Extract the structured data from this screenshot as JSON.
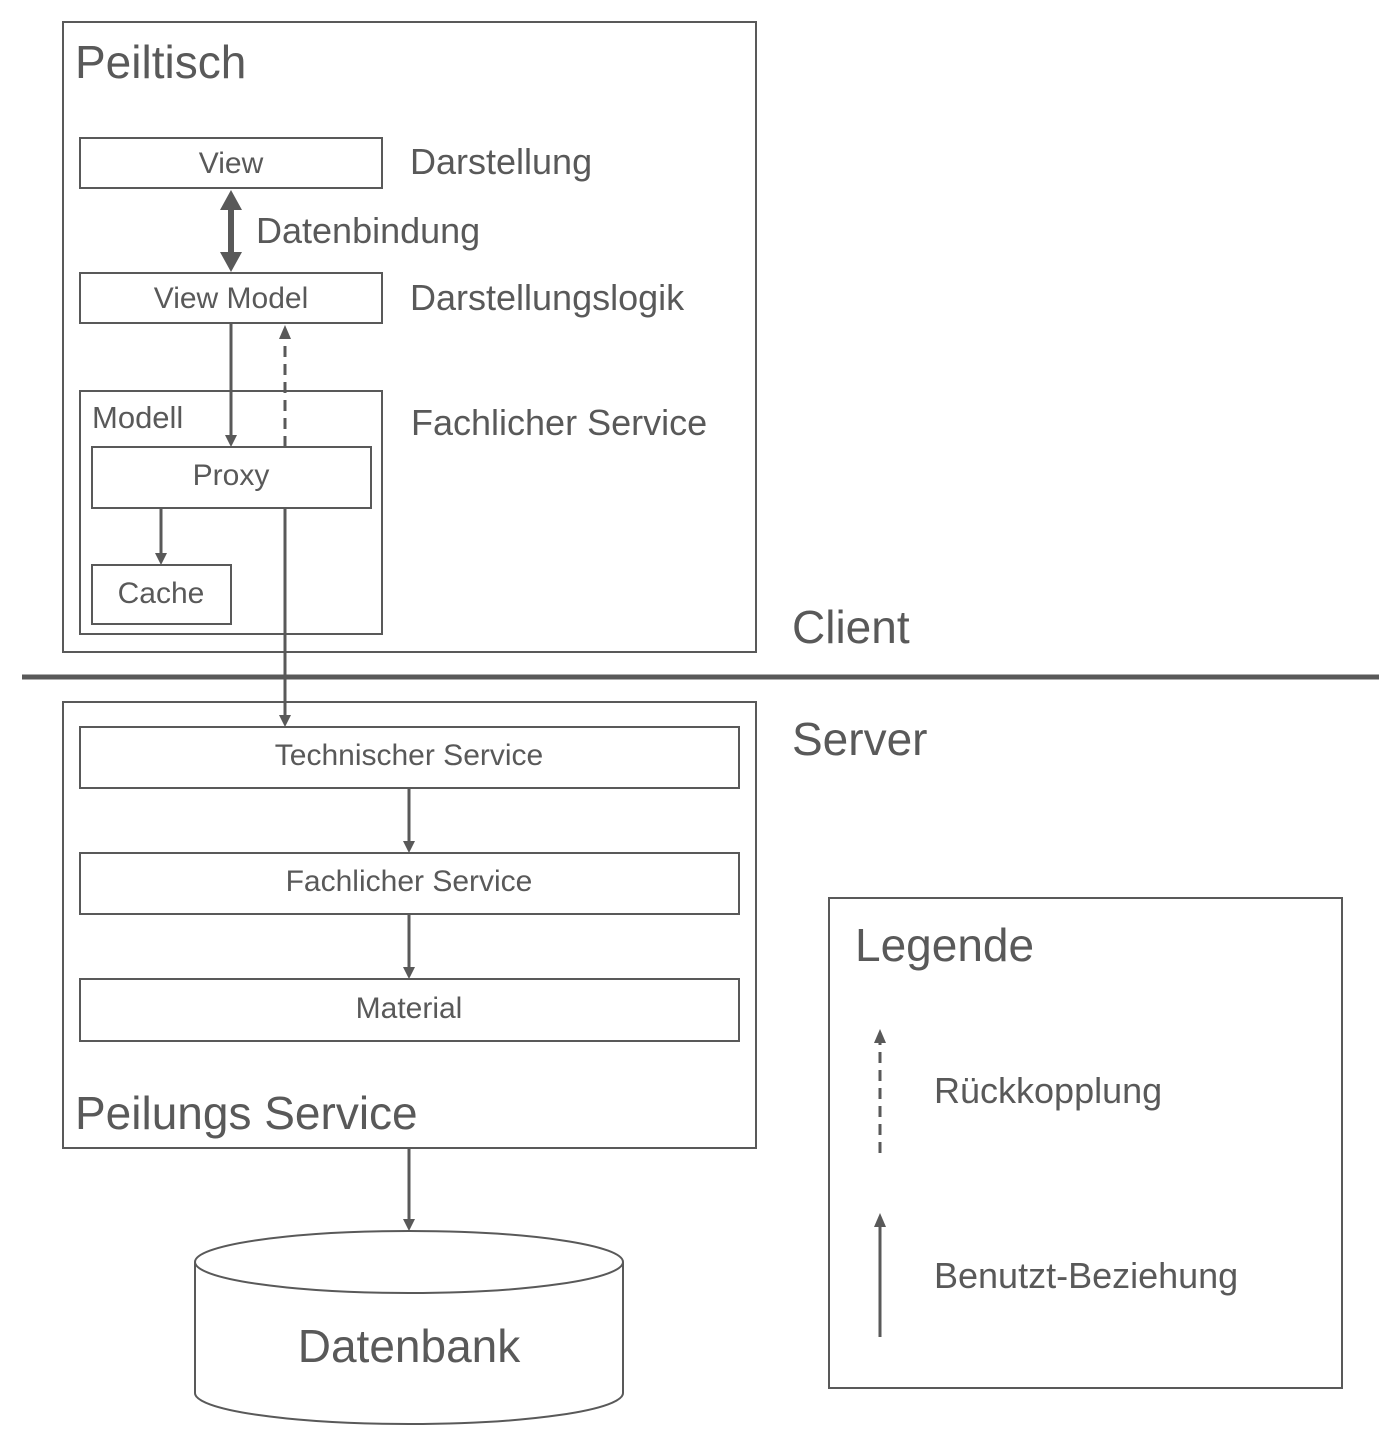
{
  "client": {
    "frame_title": "Peiltisch",
    "zone_label": "Client",
    "view": "View",
    "view_role": "Darstellung",
    "binding_label": "Datenbindung",
    "view_model": "View Model",
    "view_model_role": "Darstellungslogik",
    "model": "Modell",
    "model_role": "Fachlicher Service",
    "proxy": "Proxy",
    "cache": "Cache"
  },
  "server": {
    "zone_label": "Server",
    "frame_title": "Peilungs Service",
    "technischer_service": "Technischer Service",
    "fachlicher_service": "Fachlicher Service",
    "material": "Material"
  },
  "database": {
    "label": "Datenbank"
  },
  "legend": {
    "title": "Legende",
    "dashed_label": "Rückkopplung",
    "solid_label": "Benutzt-Beziehung"
  },
  "colors": {
    "stroke": "#595959",
    "text": "#595959",
    "background": "#ffffff"
  }
}
